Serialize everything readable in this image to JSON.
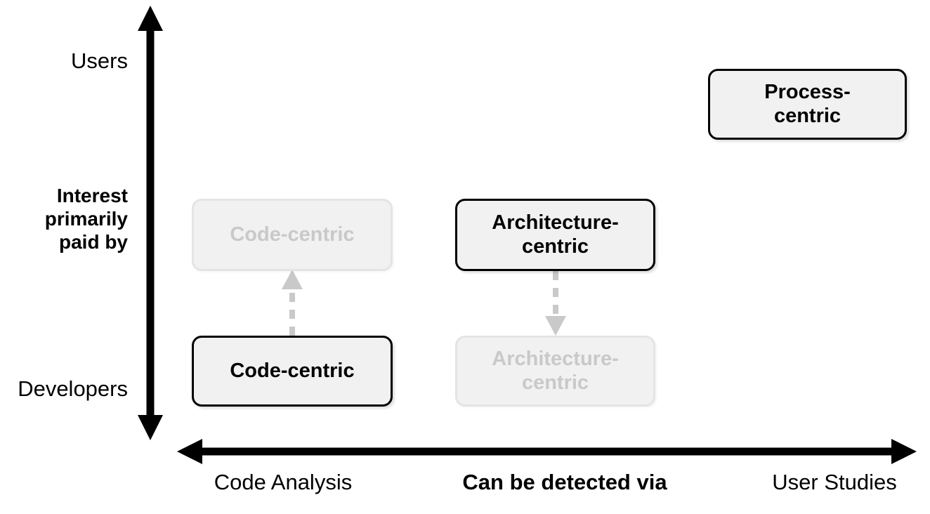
{
  "diagram": {
    "title_visible": false,
    "background_color": "#ffffff",
    "y_axis": {
      "title": "Interest\nprimarily\npaid by",
      "top_label": "Users",
      "bottom_label": "Developers",
      "direction": "double-headed-vertical",
      "color": "#000000"
    },
    "x_axis": {
      "title": "Can be detected via",
      "left_label": "Code Analysis",
      "right_label": "User Studies",
      "direction": "double-headed-horizontal",
      "color": "#000000"
    },
    "boxes": [
      {
        "id": "process-centric",
        "label": "Process-\ncentric",
        "state": "solid",
        "border_color": "#000000",
        "fill_color": "#f1f1f1",
        "text_color": "#000000"
      },
      {
        "id": "code-centric-target",
        "label": "Code-centric",
        "state": "ghost",
        "border_color": "#e4e4e4",
        "fill_color": "#f1f1f1",
        "text_color": "#c9c9c9"
      },
      {
        "id": "code-centric-current",
        "label": "Code-centric",
        "state": "solid",
        "border_color": "#000000",
        "fill_color": "#f1f1f1",
        "text_color": "#000000"
      },
      {
        "id": "architecture-centric-current",
        "label": "Architecture-\ncentric",
        "state": "solid",
        "border_color": "#000000",
        "fill_color": "#f1f1f1",
        "text_color": "#000000"
      },
      {
        "id": "architecture-centric-target",
        "label": "Architecture-\ncentric",
        "state": "ghost",
        "border_color": "#e4e4e4",
        "fill_color": "#f1f1f1",
        "text_color": "#c9c9c9"
      }
    ],
    "arrows": [
      {
        "id": "code-centric-up",
        "from": "code-centric-current",
        "to": "code-centric-target",
        "direction": "up",
        "style": "dashed",
        "color": "#c9c9c9"
      },
      {
        "id": "architecture-centric-down",
        "from": "architecture-centric-current",
        "to": "architecture-centric-target",
        "direction": "down",
        "style": "dashed",
        "color": "#c9c9c9"
      }
    ]
  },
  "chart_data": {
    "type": "scatter",
    "title": "",
    "xlabel": "Can be detected via",
    "ylabel": "Interest primarily paid by",
    "x_ticks": [
      "Code Analysis",
      "User Studies"
    ],
    "y_ticks": [
      "Developers",
      "Users"
    ],
    "grid": false,
    "legend": "none",
    "points": [
      {
        "label": "Code-centric",
        "x": "Code Analysis",
        "y": "Developers",
        "state": "solid"
      },
      {
        "label": "Code-centric",
        "x": "Code Analysis",
        "y": "middle",
        "state": "ghost"
      },
      {
        "label": "Architecture-centric",
        "x": "middle",
        "y": "middle",
        "state": "solid"
      },
      {
        "label": "Architecture-centric",
        "x": "middle",
        "y": "Developers",
        "state": "ghost"
      },
      {
        "label": "Process-centric",
        "x": "User Studies",
        "y": "Users",
        "state": "solid"
      }
    ]
  }
}
